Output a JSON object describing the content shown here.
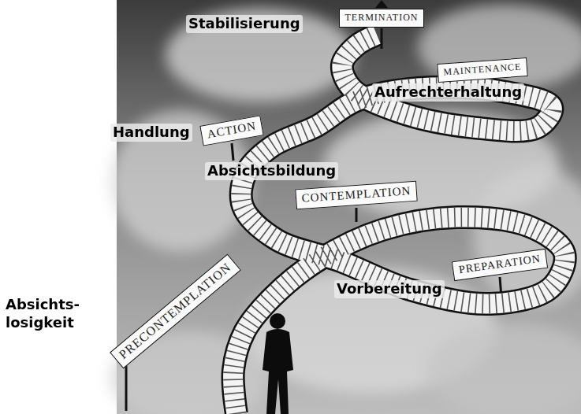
{
  "diagram": {
    "nodes": [
      {
        "text": [
          "TERMINATION"
        ]
      },
      {
        "text": [
          "MAINTENANCE"
        ]
      },
      {
        "text": [
          "ACTION"
        ]
      },
      {
        "text": [
          "CONTEMPLATION"
        ]
      },
      {
        "text": [
          "PREPARATION"
        ]
      },
      {
        "text": [
          "PRECONTEMPLATION"
        ]
      }
    ],
    "labels": [
      "Stabilisierung",
      "Aufrechterhaltung",
      "Handlung",
      "Absichtsbildung",
      "Vorbereitung",
      "Absichts- losigkeit"
    ]
  }
}
